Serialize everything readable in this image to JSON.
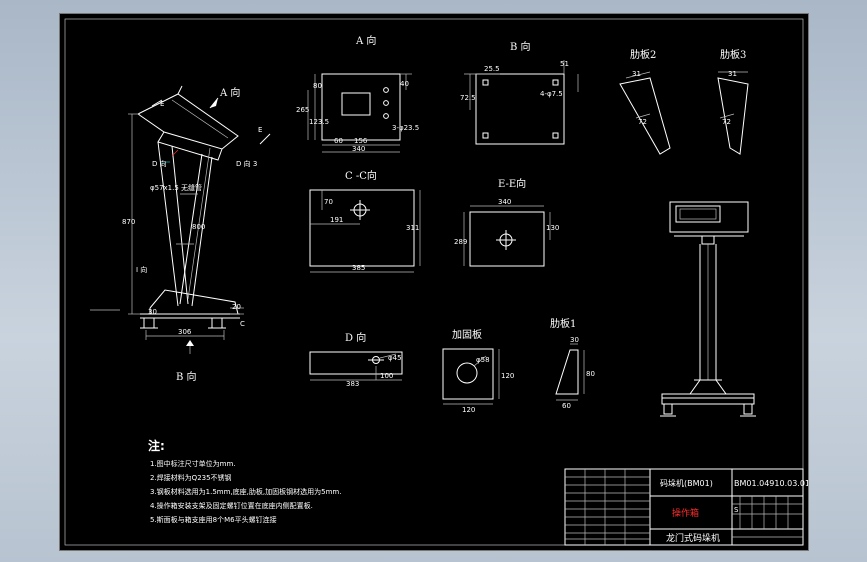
{
  "views": {
    "a_title": "A 向",
    "b_title": "B 向",
    "cc_title": "C -C向",
    "ee_title": "E-E向",
    "d_title": "D 向",
    "rib2_title": "肋板2",
    "rib3_title": "肋板3",
    "reinforce_title": "加固板",
    "rib1_title": "肋板1"
  },
  "dims": {
    "a_80": "80",
    "a_265": "265",
    "a_1235": "123.5",
    "a_60": "60",
    "a_40": "40",
    "a_156": "156",
    "a_340": "340",
    "a_holes": "3-φ23.5",
    "b_255": "25.5",
    "b_51": "51",
    "b_725": "72.5",
    "b_holes": "4-φ7.5",
    "rib2_31": "31",
    "rib2_72": "72",
    "rib3_31": "31",
    "rib3_72": "72",
    "cc_70": "70",
    "cc_191": "191",
    "cc_311": "311",
    "cc_385": "385",
    "ee_340": "340",
    "ee_130": "130",
    "ee_289": "289",
    "d_45": "φ45",
    "d_100": "100",
    "d_383": "383",
    "plate_120a": "120",
    "plate_120b": "120",
    "plate_d": "φ58",
    "rib1_30": "30",
    "rib1_80": "80",
    "rib1_60": "60",
    "main_870": "870",
    "main_800": "800",
    "main_20": "20",
    "main_30": "30",
    "main_306": "306"
  },
  "labels": {
    "a_dir": "A 向",
    "b_dir": "B 向",
    "e_top": "E",
    "e_right": "E",
    "c_mark": "C",
    "d_mark": "D 向",
    "b_mark": "B 向",
    "pipe": "φ57x1.5\n无缝管",
    "i_mark": "I 向",
    "sect": "D 向 3"
  },
  "notes": {
    "title": "注:",
    "items": [
      "1.图中标注尺寸单位为mm.",
      "2.焊接材料为Q235不锈钢",
      "3.钢板材料选用为1.5mm,底座,肋板,加固板钢材选用为5mm.",
      "4.操作箱安装支架及固定螺钉位置在底座内侧配置板.",
      "5.斯面板与箱支座用8个M6平头螺钉连接"
    ]
  },
  "titleblock": {
    "product": "码垛机(BM01)",
    "code": "BM01.04910.03.01",
    "part_name": "操作箱",
    "assembly": "龙门式码垛机",
    "scale_label": "S"
  }
}
